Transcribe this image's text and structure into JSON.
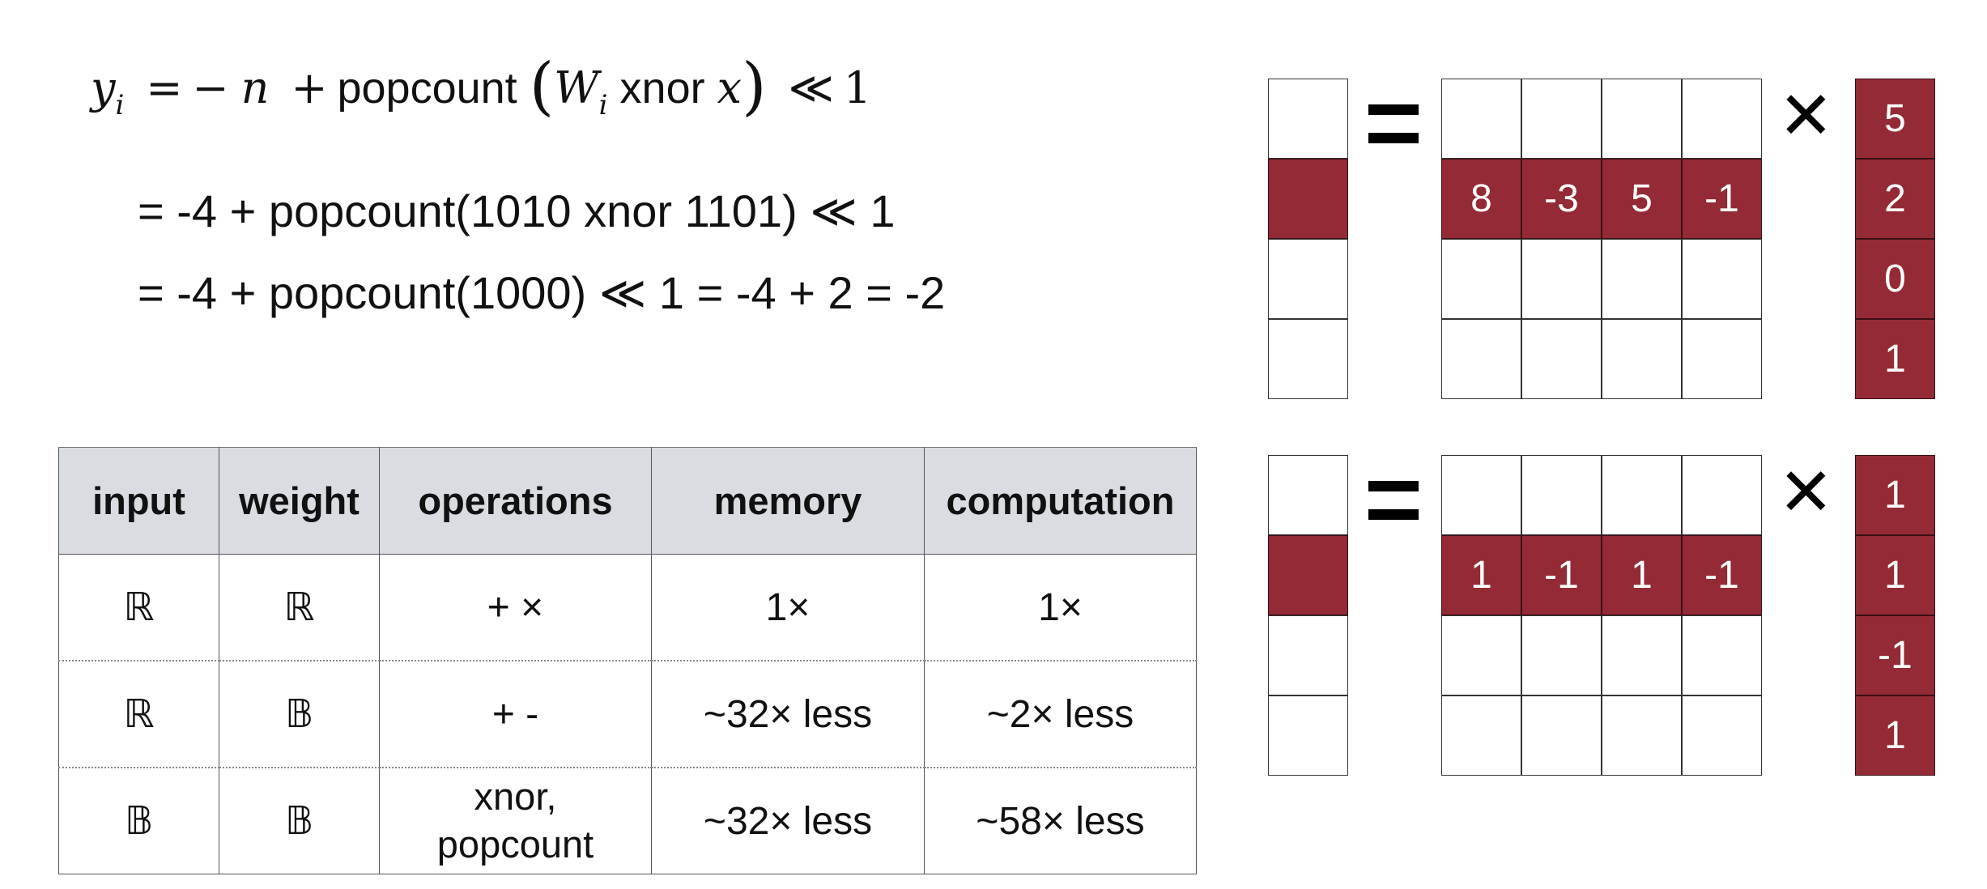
{
  "formula": {
    "line1": {
      "y": "y",
      "y_sub": "i",
      "equals": "=",
      "minus": "−",
      "n": "n",
      "plus": "+",
      "func": "popcount",
      "W": "W",
      "W_sub": "i",
      "op": "xnor",
      "x": "x",
      "shift": "≪",
      "one": "1"
    },
    "line2": "= -4 + popcount(1010 xnor 1101) ≪ 1",
    "line3": "= -4 + popcount(1000) ≪ 1 = -4 + 2 = -2"
  },
  "table": {
    "headers": [
      "input",
      "weight",
      "operations",
      "memory",
      "computation"
    ],
    "rows": [
      {
        "input": "ℝ",
        "weight": "ℝ",
        "operations": "+ ×",
        "memory": "1×",
        "computation": "1×"
      },
      {
        "input": "ℝ",
        "weight": "𝔹",
        "operations": "+ -",
        "memory": "~32× less",
        "computation": "~2× less"
      },
      {
        "input": "𝔹",
        "weight": "𝔹",
        "operations_line1": "xnor,",
        "operations_line2": "popcount",
        "memory": "~32× less",
        "computation": "~58× less"
      }
    ]
  },
  "diagrams": [
    {
      "matrix_row": [
        "8",
        "-3",
        "5",
        "-1"
      ],
      "vector": [
        "5",
        "2",
        "0",
        "1"
      ],
      "times_symbol": "✕"
    },
    {
      "matrix_row": [
        "1",
        "-1",
        "1",
        "-1"
      ],
      "vector": [
        "1",
        "1",
        "-1",
        "1"
      ],
      "times_symbol": "✕"
    }
  ],
  "colors": {
    "highlight": "#942a36",
    "header_bg": "#d9dde1"
  }
}
